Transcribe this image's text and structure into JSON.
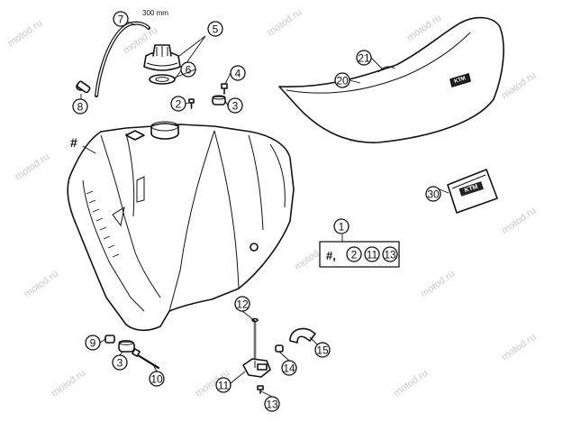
{
  "watermark": "motod.ru",
  "hose_length_label": "300 mm",
  "tank_marker": "#",
  "kit_prefix": "#,",
  "brand_logo": "KTM",
  "callouts": {
    "c1": "1",
    "c2a": "2",
    "c2b": "2",
    "c3a": "3",
    "c3b": "3",
    "c4": "4",
    "c5": "5",
    "c6": "6",
    "c7": "7",
    "c8": "8",
    "c9": "9",
    "c10": "10",
    "c11": "11",
    "c12": "12",
    "c13": "13",
    "c14": "14",
    "c15": "15",
    "c20": "20",
    "c21": "21",
    "c30": "30"
  },
  "kit_box": {
    "items": [
      "2",
      "11",
      "13"
    ]
  }
}
